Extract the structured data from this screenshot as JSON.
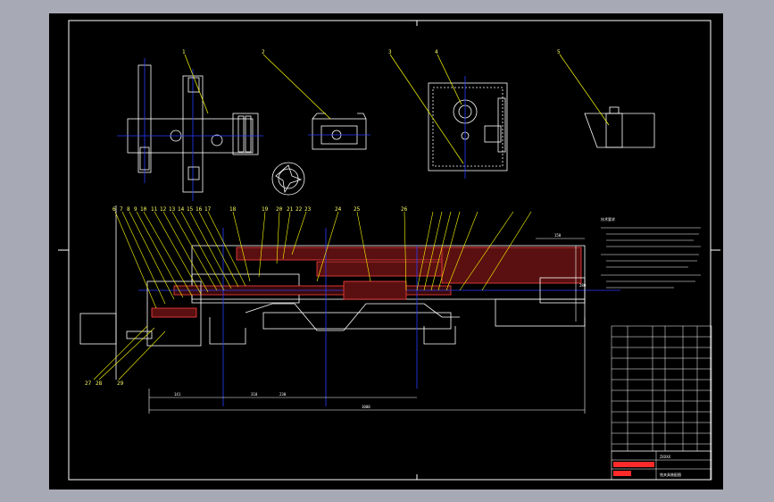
{
  "drawing": {
    "sheet_background": "#000000",
    "outer_background": "#a7a9b5",
    "colors": {
      "border": "#ffffff",
      "leader": "#ffff00",
      "part": "#ffffff",
      "hatch": "#ff4040",
      "center": "#2a3cff",
      "title_red": "#ff2a2a"
    },
    "top_part_labels": [
      "1",
      "2",
      "3",
      "4",
      "5"
    ],
    "section_labels_top": [
      "6",
      "7",
      "8",
      "9",
      "10",
      "11",
      "12",
      "13",
      "14",
      "15",
      "16",
      "17",
      "18",
      "19",
      "20",
      "21",
      "22",
      "23",
      "24",
      "25",
      "26"
    ],
    "section_labels_bottom": [
      "27",
      "28",
      "29"
    ],
    "dimensions": {
      "left": "141",
      "middle1": "310",
      "middle2": "230",
      "overall": "1000",
      "right_top": "150",
      "right_height": "280"
    },
    "notes_heading": "技术要求",
    "title_block": {
      "name": "ZXXXX",
      "title": "铣夹具装配图"
    }
  }
}
